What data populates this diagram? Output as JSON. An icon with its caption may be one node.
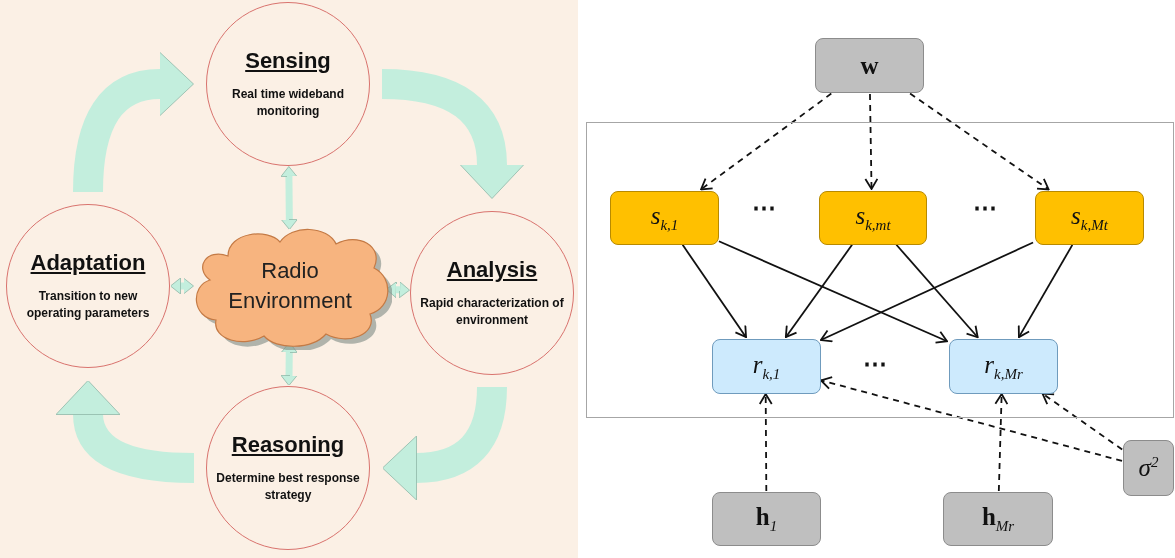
{
  "diagram": {
    "nodes": [
      {
        "text": [
          "Sensing",
          "Real time wideband monitoring"
        ]
      },
      {
        "text": [
          "Adaptation",
          "Transition to new operating parameters"
        ]
      },
      {
        "text": [
          "Radio Environment"
        ]
      },
      {
        "text": [
          "Analysis",
          "Rapid characterization of environment"
        ]
      },
      {
        "text": [
          "Reasoning",
          "Determine best response strategy"
        ]
      },
      {
        "text": [
          "w"
        ]
      },
      {
        "text": [],
        "shape": "box"
      },
      {
        "text": [
          "s$_{k,1}$"
        ],
        "in": 6
      },
      {
        "text": [
          "s$_{k,m}$$_{t}$"
        ],
        "in": 6
      },
      {
        "text": [
          "s$_{k,M}$$_{t}$"
        ],
        "in": 6
      },
      {
        "text": [
          "r$_{k,1}$"
        ],
        "in": 6
      },
      {
        "text": [
          "r$_{k,M}$$_{r}$"
        ],
        "in": 6
      },
      {
        "text": [
          "σ$^{2}$"
        ]
      },
      {
        "text": [
          "h$_{1}$"
        ]
      },
      {
        "text": [
          "h$_{M}$$_{r}$"
        ]
      }
    ],
    "edges": [
      {
        "from": 1,
        "to": 0,
        "arrow": "to",
        "style": "thick",
        "color": "#c3eedd"
      },
      {
        "from": 0,
        "to": 3,
        "arrow": "to",
        "style": "thick",
        "color": "#c3eedd"
      },
      {
        "from": 3,
        "to": 4,
        "arrow": "to",
        "style": "thick",
        "color": "#c3eedd"
      },
      {
        "from": 4,
        "to": 1,
        "arrow": "to",
        "style": "thick",
        "color": "#c3eedd"
      },
      {
        "from": 2,
        "to": 0,
        "arrow": "both",
        "style": "thick",
        "color": "#c3eedd"
      },
      {
        "from": 2,
        "to": 1,
        "arrow": "both",
        "style": "thick",
        "color": "#c3eedd"
      },
      {
        "from": 2,
        "to": 3,
        "arrow": "both",
        "style": "thick",
        "color": "#c3eedd"
      },
      {
        "from": 2,
        "to": 4,
        "arrow": "both",
        "style": "thick",
        "color": "#c3eedd"
      },
      {
        "from": 5,
        "to": 7,
        "arrow": "to",
        "style": "dashed"
      },
      {
        "from": 5,
        "to": 8,
        "arrow": "to",
        "style": "dashed"
      },
      {
        "from": 5,
        "to": 9,
        "arrow": "to",
        "style": "dashed"
      },
      {
        "from": 7,
        "to": 10,
        "arrow": "to"
      },
      {
        "from": 7,
        "to": 11,
        "arrow": "to"
      },
      {
        "from": 8,
        "to": 10,
        "arrow": "to"
      },
      {
        "from": 8,
        "to": 11,
        "arrow": "to"
      },
      {
        "from": 9,
        "to": 10,
        "arrow": "to"
      },
      {
        "from": 9,
        "to": 11,
        "arrow": "to"
      },
      {
        "from": 13,
        "to": 10,
        "arrow": "to",
        "style": "dashed"
      },
      {
        "from": 14,
        "to": 11,
        "arrow": "to",
        "style": "dashed"
      },
      {
        "from": 12,
        "to": 10,
        "arrow": "to",
        "style": "dashed"
      },
      {
        "from": 12,
        "to": 11,
        "arrow": "to",
        "style": "dashed"
      }
    ],
    "labels": [
      "⋯",
      "⋯",
      "⋯"
    ]
  }
}
